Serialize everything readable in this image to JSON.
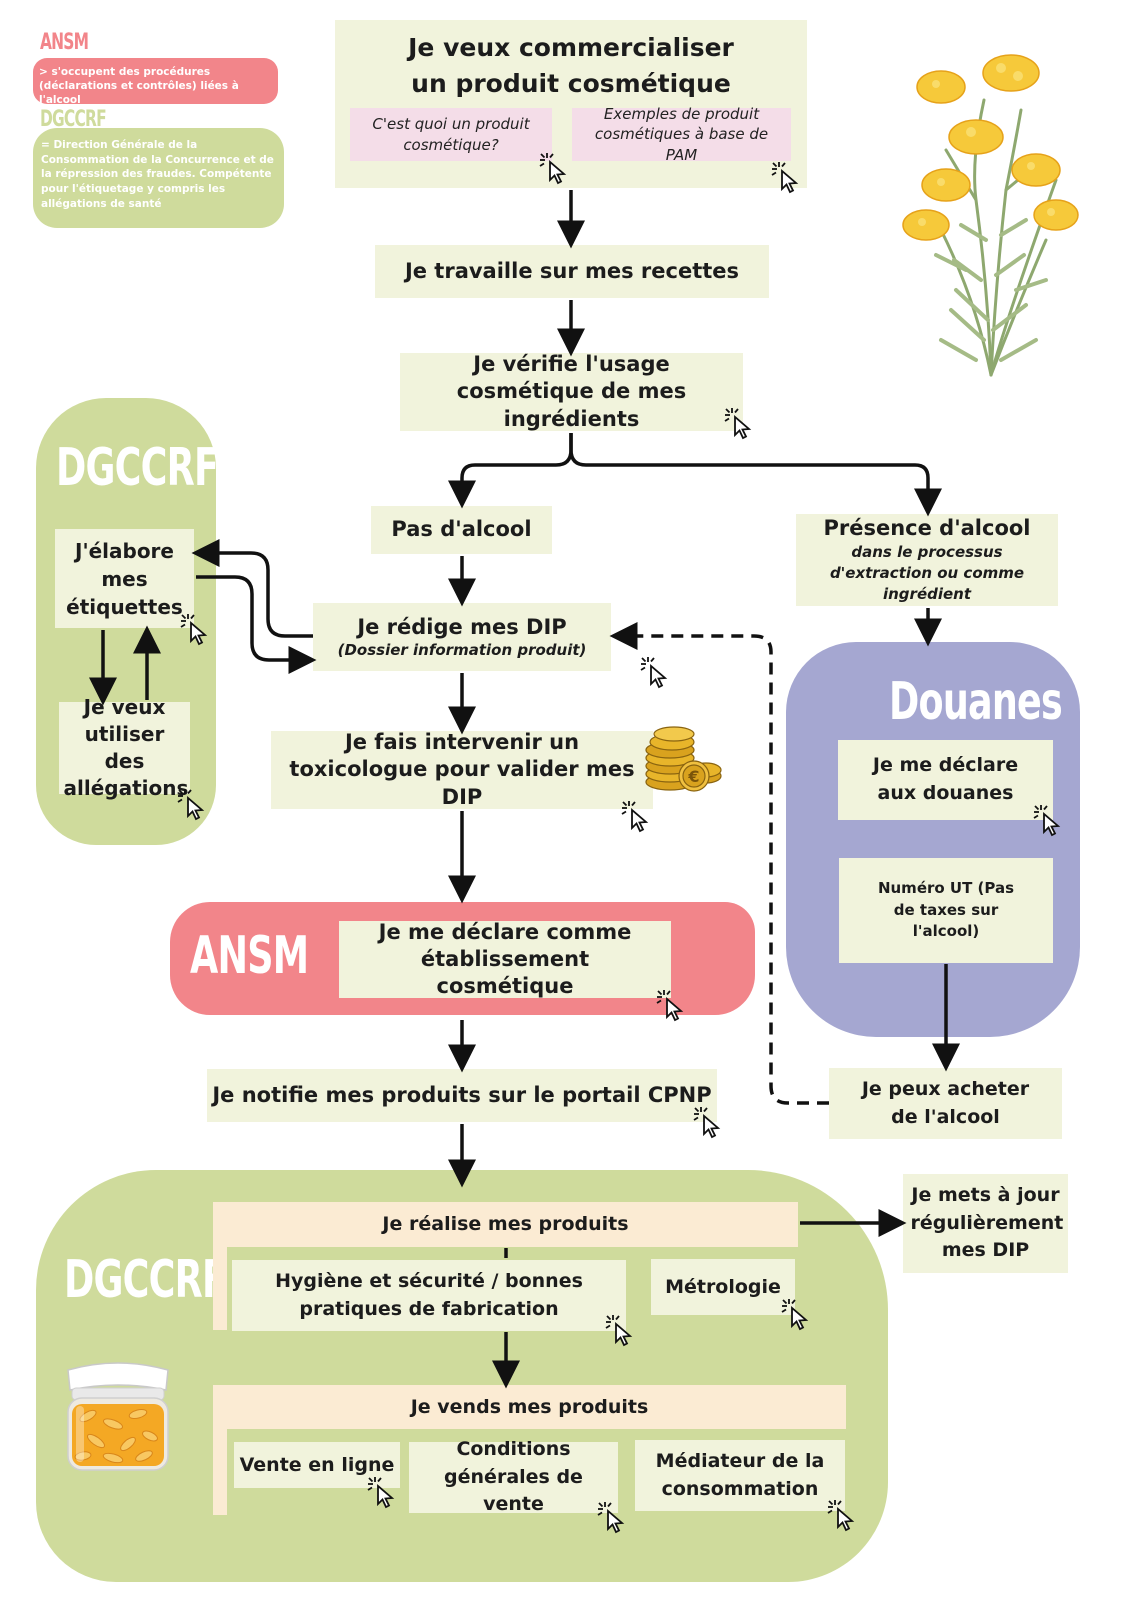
{
  "legend": {
    "ansm_title": "ANSM",
    "ansm_text": "> s'occupent des procédures (déclarations et contrôles) liées à l'alcool",
    "dgccrf_title": "DGCCRF",
    "dgccrf_text": "= Direction Générale de la Consommation de la Concurrence et de la répression des fraudes. Compétente pour l'étiquetage y compris les allégations de santé"
  },
  "top": {
    "title": "Je veux commercialiser un produit cosmétique",
    "link1": "C'est quoi un produit cosmétique?",
    "link2": "Exemples de produit cosmétiques à base de PAM"
  },
  "steps": {
    "recettes": "Je travaille sur mes recettes",
    "verifie": "Je vérifie l'usage cosmétique de mes ingrédients",
    "pas_alcool": "Pas d'alcool",
    "presence_alcool": "Présence d'alcool",
    "presence_alcool_sub": "dans le processus d'extraction ou comme ingrédient",
    "dip": "Je rédige mes DIP",
    "dip_sub": "(Dossier information produit)",
    "toxicologue": "Je fais intervenir un toxicologue pour valider mes DIP",
    "declare_etab": "Je me déclare comme établissement cosmétique",
    "cpnp": "Je notifie mes produits sur le portail CPNP",
    "acheter_alcool": "Je peux acheter de l'alcool",
    "maj_dip": "Je mets à jour régulièrement mes DIP"
  },
  "left_panel": {
    "title": "DGCCRF",
    "etiquettes": "J'élabore mes étiquettes",
    "allegations": "Je veux utiliser des allégations"
  },
  "ansm_band": {
    "title": "ANSM"
  },
  "douanes": {
    "title": "Douanes",
    "declare": "Je me déclare aux douanes",
    "numero": "Numéro UT (Pas de taxes sur l'alcool)"
  },
  "bottom_panel": {
    "title": "DGCCRF",
    "realise": "Je réalise mes produits",
    "hygiene": "Hygiène et sécurité / bonnes pratiques de fabrication",
    "metrologie": "Métrologie",
    "vends": "Je vends mes produits",
    "vente_ligne": "Vente en ligne",
    "conditions": "Conditions générales de vente",
    "mediateur": "Médiateur de la consommation"
  },
  "colors": {
    "box": "#f1f3dc",
    "green": "#cfdb9c",
    "pink": "#f2858a",
    "blue": "#a5a7d1",
    "peach": "#fbebd3",
    "link": "#f4dde8"
  },
  "icons": [
    "cursor-click-icon",
    "helichrysum-flower-illustration",
    "coins-euro-icon",
    "jar-illustration"
  ]
}
